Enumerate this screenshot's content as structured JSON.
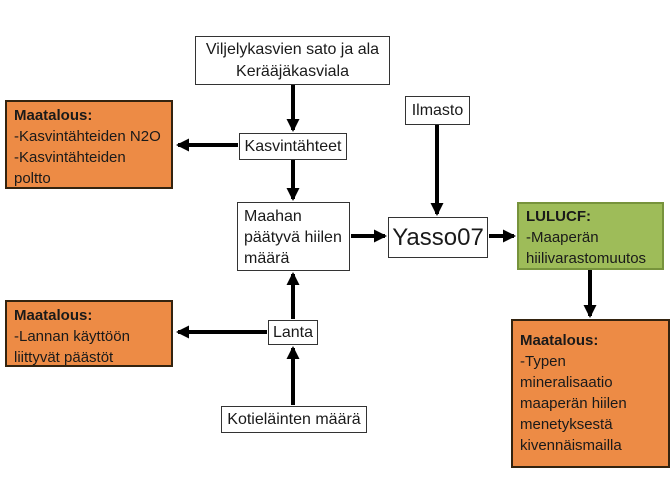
{
  "nodes": {
    "crops": {
      "lines": [
        "Viljelykasvien sato ja ala",
        "Kerääjäkasviala"
      ]
    },
    "ilmasto": {
      "label": "Ilmasto"
    },
    "kasvintahteet": {
      "label": "Kasvintähteet"
    },
    "soil_carbon": {
      "lines": [
        "Maahan",
        "päätyvä hiilen",
        "määrä"
      ]
    },
    "yasso": {
      "label": "Yasso07"
    },
    "lulucf": {
      "title": "LULUCF:",
      "lines": [
        "-Maaperän",
        "hiilivarastomuutos"
      ]
    },
    "lanta": {
      "label": "Lanta"
    },
    "animals": {
      "label": "Kotieläinten määrä"
    },
    "agri_crop_residues": {
      "title": "Maatalous:",
      "lines": [
        "-Kasvintähteiden N2O",
        "-Kasvintähteiden",
        "poltto"
      ]
    },
    "agri_manure": {
      "title": "Maatalous:",
      "lines": [
        "-Lannan käyttöön",
        "liittyvät päästöt"
      ]
    },
    "agri_mineralisation": {
      "title": "Maatalous:",
      "lines": [
        "-Typen",
        "mineralisaatio",
        "maaperän hiilen",
        "menetyksestä",
        "kivennäismailla"
      ]
    }
  },
  "colors": {
    "orange_fill": "#ED8B45",
    "orange_border": "#33230F",
    "green_fill": "#9EBC59",
    "green_border": "#77933C",
    "white_box_border": "#333333",
    "arrow": "#000000",
    "text": "#1A1A1A",
    "background": "#FFFFFF"
  }
}
